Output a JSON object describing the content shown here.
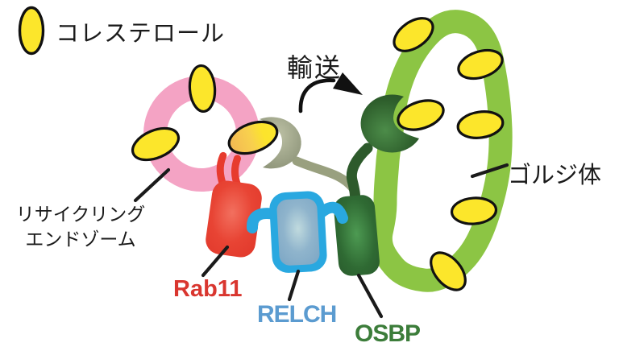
{
  "legend": {
    "icon": "cholesterol-oval",
    "label": "コレステロール"
  },
  "annotations": {
    "transport_label": "輸送",
    "golgi_label": "ゴルジ体",
    "recycling_endosome_label_line1": "リサイクリング",
    "recycling_endosome_label_line2": "エンドゾーム",
    "rab11_label": "Rab11",
    "relch_label": "RELCH",
    "osbp_label": "OSBP"
  },
  "colors": {
    "cholesterol_yellow": "#fce62b",
    "endosome_pink": "#f4a3c4",
    "golgi_green": "#8cc544",
    "rab11_red": "#e73b2e",
    "rab11_label_red": "#d9362f",
    "relch_blue": "#29a8e0",
    "relch_inner_blue": "#8fb4cc",
    "relch_label_blue": "#5b9bd0",
    "osbp_dark_green": "#2f6a33",
    "osbp_label_green": "#3c7d3a",
    "osbp_sterol_domain_olive": "#9ca287",
    "outline_black": "#111111",
    "background": "#ffffff"
  },
  "figure": {
    "type": "biology-schematic",
    "cholesterol_ovals_on_endosome": 3,
    "cholesterol_ovals_on_golgi": 6,
    "proteins": [
      "Rab11",
      "RELCH",
      "OSBP"
    ],
    "organelles": [
      "リサイクリングエンドゾーム",
      "ゴルジ体"
    ]
  }
}
